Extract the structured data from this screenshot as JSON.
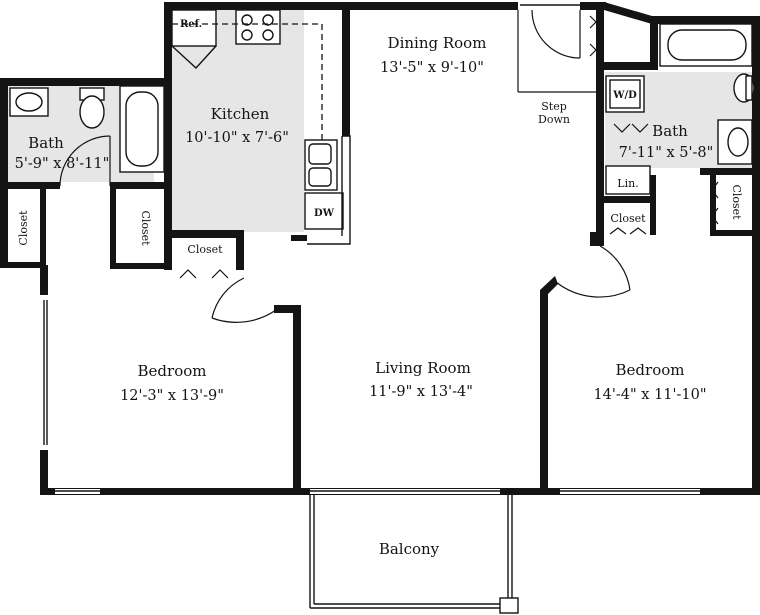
{
  "rooms": {
    "dining_room": {
      "name": "Dining Room",
      "dims": "13'-5\" x 9'-10\""
    },
    "kitchen": {
      "name": "Kitchen",
      "dims": "10'-10\" x 7'-6\""
    },
    "bath_left": {
      "name": "Bath",
      "dims": "5'-9\" x 8'-11\""
    },
    "bath_right": {
      "name": "Bath",
      "dims": "7'-11\" x 5'-8\""
    },
    "bedroom_left": {
      "name": "Bedroom",
      "dims": "12'-3\" x 13'-9\""
    },
    "living_room": {
      "name": "Living Room",
      "dims": "11'-9\" x 13'-4\""
    },
    "bedroom_right": {
      "name": "Bedroom",
      "dims": "14'-4\" x 11'-10\""
    },
    "balcony": {
      "name": "Balcony"
    }
  },
  "labels": {
    "ref": "Ref.",
    "dw": "DW",
    "wd": "W/D",
    "step_down_line1": "Step",
    "step_down_line2": "Down",
    "lin": "Lin.",
    "closet": "Closet"
  }
}
